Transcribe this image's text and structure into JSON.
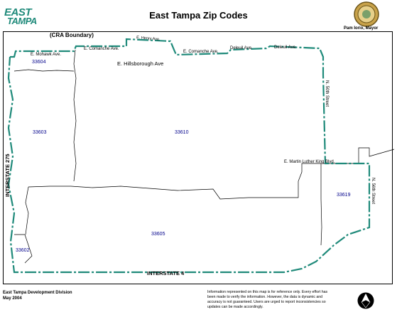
{
  "header": {
    "logo_line1": "EAST",
    "logo_line2": "TAMPA",
    "title": "East Tampa Zip Codes",
    "mayor": "Pam Iorio, Mayor",
    "seal_icon": "city-seal-icon"
  },
  "map": {
    "boundary_label": "(CRA Boundary)",
    "boundary_color": "#1f8a7a",
    "zip_color": "#00008b",
    "zip_codes": [
      "33604",
      "33603",
      "33610",
      "33619",
      "33605",
      "33602"
    ],
    "streets": {
      "mohawk": "E. Mohawk Ave.",
      "comanche_west": "E. Comanche Ave.",
      "henry": "E. Henry Ave.",
      "comanche_east": "E. Comanche Ave.",
      "deleuil_1": "Deleuil Ave.",
      "deleuil_2": "Deleuil Ave.",
      "hillsborough": "E. Hillsborough Ave",
      "fiftieth": "N. 50th Street",
      "mlk": "E. Martin Luther King Blvd.",
      "fiftysixth": "N. 56th Street",
      "i275": "INTERSTATE 275",
      "i4": "INTERSTATE 4"
    }
  },
  "footer": {
    "org": "East Tampa Development Division",
    "date": "May 2004",
    "disclaimer": "Information represented on this map is for reference only. Every effort has been made to verify the information. However, the data is dynamic and accuracy is not guaranteed. Users are urged to report inconsistencies so updates can be made accordingly.",
    "north_icon": "north-arrow-icon"
  }
}
